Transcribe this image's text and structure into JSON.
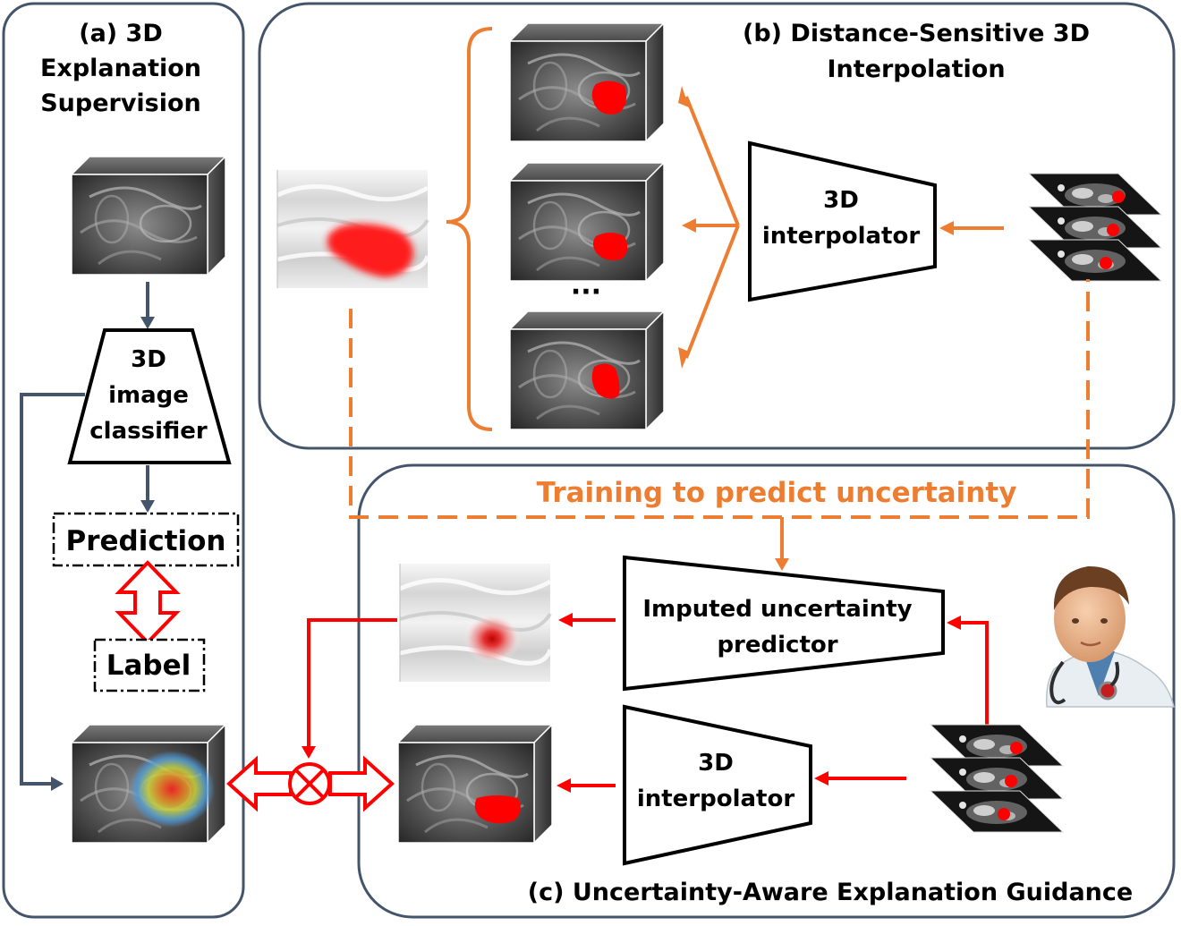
{
  "panels": {
    "a": {
      "title_lines": [
        "(a) 3D",
        "Explanation",
        "Supervision"
      ]
    },
    "b": {
      "title_lines": [
        "(b) Distance-Sensitive 3D",
        "Interpolation"
      ]
    },
    "c": {
      "title": "(c) Uncertainty-Aware Explanation Guidance"
    }
  },
  "blocks": {
    "classifier": [
      "3D",
      "image",
      "classifier"
    ],
    "interpolator_b": [
      "3D",
      "interpolator"
    ],
    "uncertainty_predictor": [
      "Imputed uncertainty",
      "predictor"
    ],
    "interpolator_c": [
      "3D",
      "interpolator"
    ]
  },
  "labels": {
    "prediction": "Prediction",
    "label": "Label",
    "training": "Training to predict uncertainty",
    "ellipsis": "···"
  },
  "icons": {
    "doctor": "doctor-icon",
    "multiply": "multiply-icon",
    "ct_volume": "ct-volume-icon",
    "slice_stack": "ct-slice-stack-icon"
  },
  "colors": {
    "panel_border": "#44546a",
    "dark_arrow": "#44546a",
    "orange": "#ed7d31",
    "red": "#ff0000"
  }
}
